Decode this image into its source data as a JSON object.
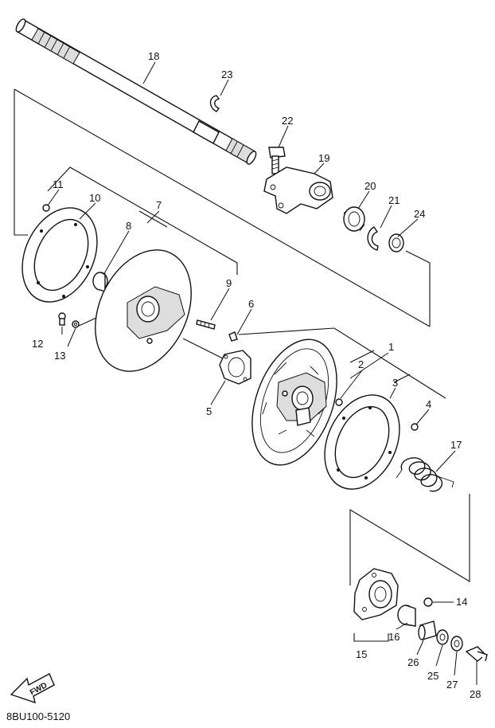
{
  "callouts": [
    {
      "id": "c18",
      "text": "18"
    },
    {
      "id": "c23",
      "text": "23"
    },
    {
      "id": "c22",
      "text": "22"
    },
    {
      "id": "c19",
      "text": "19"
    },
    {
      "id": "c11",
      "text": "11"
    },
    {
      "id": "c10",
      "text": "10"
    },
    {
      "id": "c7",
      "text": "7"
    },
    {
      "id": "c8",
      "text": "8"
    },
    {
      "id": "c20",
      "text": "20"
    },
    {
      "id": "c21",
      "text": "21"
    },
    {
      "id": "c24",
      "text": "24"
    },
    {
      "id": "c9",
      "text": "9"
    },
    {
      "id": "c6",
      "text": "6"
    },
    {
      "id": "c12",
      "text": "12"
    },
    {
      "id": "c13",
      "text": "13"
    },
    {
      "id": "c1",
      "text": "1"
    },
    {
      "id": "c2",
      "text": "2"
    },
    {
      "id": "c3",
      "text": "3"
    },
    {
      "id": "c4",
      "text": "4"
    },
    {
      "id": "c5",
      "text": "5"
    },
    {
      "id": "c17",
      "text": "17"
    },
    {
      "id": "c14",
      "text": "14"
    },
    {
      "id": "c16",
      "text": "16"
    },
    {
      "id": "c15",
      "text": "15"
    },
    {
      "id": "c26",
      "text": "26"
    },
    {
      "id": "c25",
      "text": "25"
    },
    {
      "id": "c27",
      "text": "27"
    },
    {
      "id": "c28",
      "text": "28"
    }
  ],
  "fwd_label": "FWD",
  "diagram_code": "8BU100-5120"
}
